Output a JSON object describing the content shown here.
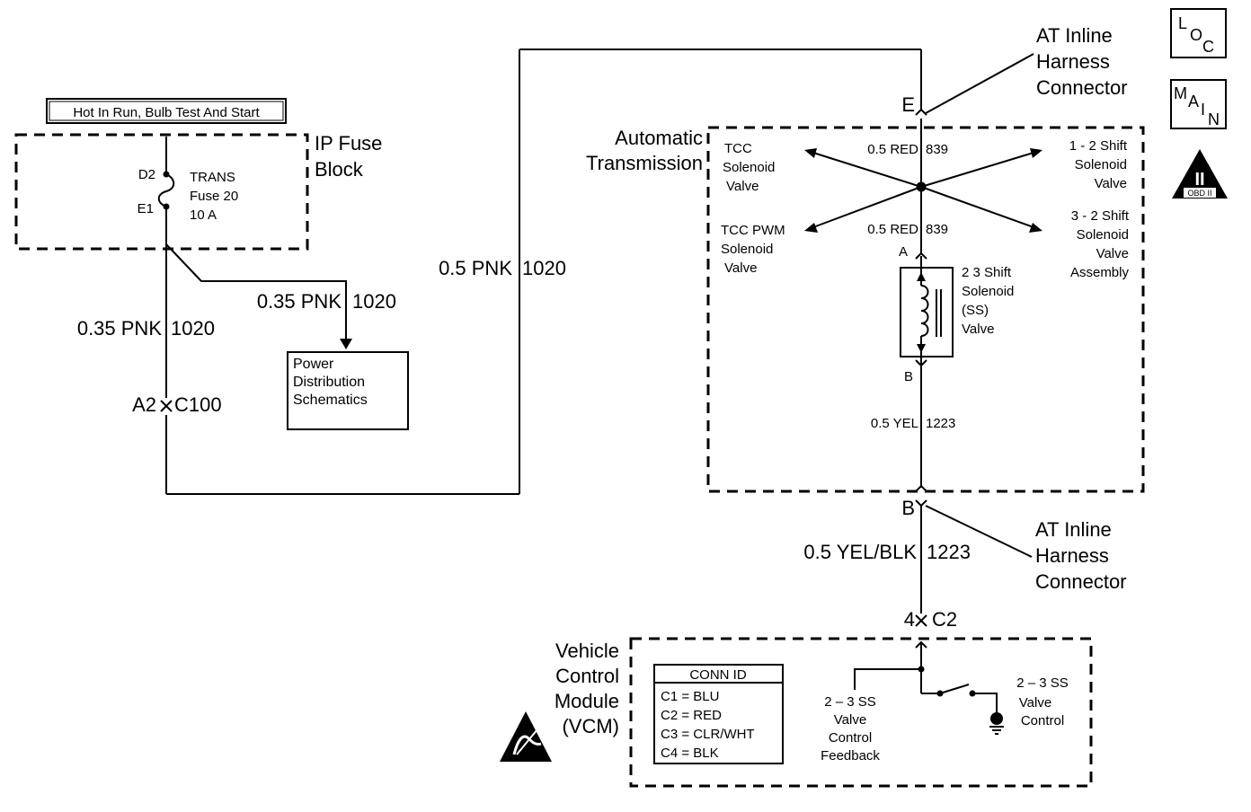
{
  "header_label": "Hot In Run, Bulb Test And Start",
  "ip_fuse_block": {
    "title_line1": "IP Fuse",
    "title_line2": "Block",
    "pin_top": "D2",
    "pin_bottom": "E1",
    "fuse_line1": "TRANS",
    "fuse_line2": "Fuse 20",
    "fuse_line3": "10 A"
  },
  "wires": {
    "w035_left_color": "0.35 PNK",
    "w035_left_circuit": "1020",
    "w035_branch_color": "0.35 PNK",
    "w035_branch_circuit": "1020",
    "w05_pnk_color": "0.5 PNK",
    "w05_pnk_circuit": "1020",
    "red_top_color": "0.5 RED",
    "red_top_circuit": "839",
    "red_bottom_color": "0.5 RED",
    "red_bottom_circuit": "839",
    "yel_color": "0.5 YEL",
    "yel_circuit": "1223",
    "yelblk_color": "0.5 YEL/BLK",
    "yelblk_circuit": "1223"
  },
  "power_distribution": {
    "line1": "Power",
    "line2": "Distribution",
    "line3": "Schematics"
  },
  "connector_c100": {
    "pin": "A2",
    "name": "C100"
  },
  "at_inline_top": {
    "pin": "E",
    "line1": "AT Inline",
    "line2": "Harness",
    "line3": "Connector"
  },
  "at_inline_bottom": {
    "pin": "B",
    "line1": "AT Inline",
    "line2": "Harness",
    "line3": "Connector"
  },
  "automatic_transmission": {
    "line1": "Automatic",
    "line2": "Transmission"
  },
  "solenoids": {
    "tcc": [
      "TCC",
      "Solenoid",
      "Valve"
    ],
    "shift12": [
      "1 - 2 Shift",
      "Solenoid",
      "Valve"
    ],
    "tcc_pwm": [
      "TCC PWM",
      "Solenoid",
      "Valve"
    ],
    "shift32": [
      "3 - 2 Shift",
      "Solenoid",
      "Valve",
      "Assembly"
    ],
    "shift23": [
      "2   3 Shift",
      "Solenoid",
      "(SS)",
      "Valve"
    ],
    "pin_a": "A",
    "pin_b": "B"
  },
  "connector_c2": {
    "pin": "4",
    "name": "C2"
  },
  "vcm": {
    "title": [
      "Vehicle",
      "Control",
      "Module",
      "(VCM)"
    ],
    "conn_id_title": "CONN ID",
    "conn_id_rows": [
      "C1 = BLU",
      "C2 = RED",
      "C3 = CLR/WHT",
      "C4 = BLK"
    ],
    "feedback_label": [
      "2 – 3 SS",
      "Valve",
      "Control",
      "Feedback"
    ],
    "control_label": [
      "2 – 3 SS",
      "Valve",
      "Control"
    ]
  },
  "side_icons": {
    "loc_letters": [
      "L",
      "O",
      "C"
    ],
    "main_letters": [
      "M",
      "A",
      "I",
      "N"
    ],
    "obd_symbol": "II",
    "obd_text": "OBD II"
  }
}
